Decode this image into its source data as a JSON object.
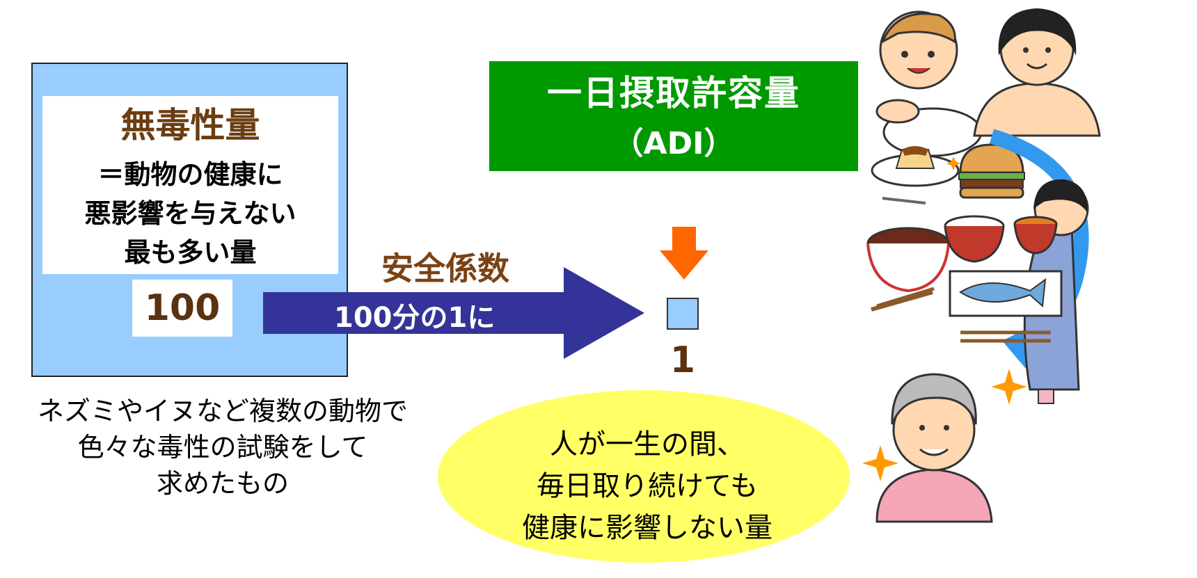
{
  "noael": {
    "title": "無毒性量",
    "definition_lines": [
      "＝動物の健康に",
      "悪影響を与えない",
      "最も多い量"
    ],
    "value": "100",
    "note_lines": [
      "ネズミやイヌなど複数の動物で",
      "色々な毒性の試験をして",
      "求めたもの"
    ]
  },
  "adi": {
    "title": "一日摂取許容量",
    "abbr": "（ADI）"
  },
  "safety_factor": {
    "label": "安全係数",
    "arrow_text": "100分の1に"
  },
  "result": {
    "value": "1"
  },
  "callout": {
    "lines": [
      "人が一生の間、",
      "毎日取り続けても",
      "健康に影響しない量"
    ]
  },
  "colors": {
    "panel_blue": "#99ccff",
    "banner_green": "#009900",
    "arrow_navy": "#333399",
    "down_arrow_orange": "#ff6600",
    "callout_yellow": "#ffff66",
    "brown_text": "#6b3d12",
    "cycle_arrow_blue": "#3399ee",
    "sparkle_orange": "#ff9900"
  },
  "illustration_icons": [
    "baby-icon",
    "woman-icon",
    "pregnant-woman-icon",
    "elderly-woman-icon",
    "pudding-icon",
    "hamburger-icon",
    "ramen-bowl-icon",
    "rice-bowl-icon",
    "miso-soup-icon",
    "fish-plate-icon",
    "chopsticks-icon",
    "cycle-arrow-icon",
    "sparkle-icon"
  ]
}
